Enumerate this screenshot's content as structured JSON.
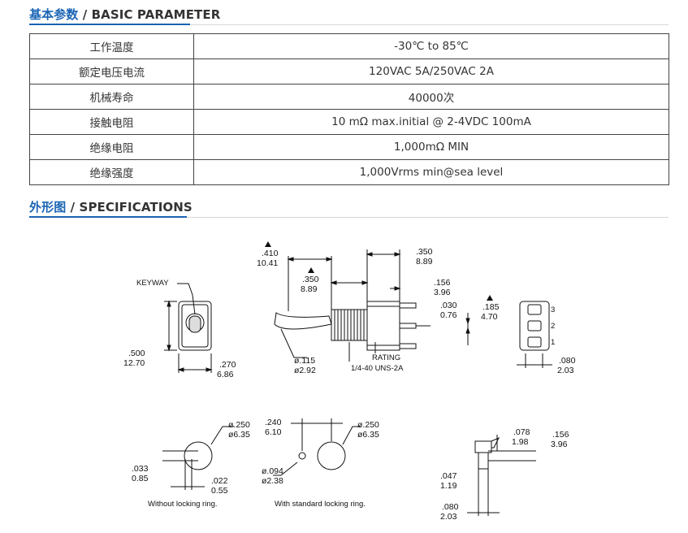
{
  "basic": {
    "title_cn": "基本参数",
    "sep": " / ",
    "title_en": "BASIC PARAMETER",
    "rows": [
      {
        "label": "工作温度",
        "value": "-30℃ to 85℃"
      },
      {
        "label": "额定电压电流",
        "value": "120VAC 5A/250VAC 2A"
      },
      {
        "label": "机械寿命",
        "value": "40000次"
      },
      {
        "label": "接触电阻",
        "value": "10 mΩ max.initial @ 2-4VDC 100mA"
      },
      {
        "label": "绝缘电阻",
        "value": "1,000mΩ MIN"
      },
      {
        "label": "绝缘强度",
        "value": "1,000Vrms min@sea level"
      }
    ]
  },
  "specs": {
    "title_cn": "外形图",
    "sep": " / ",
    "title_en": "SPECIFICATIONS"
  },
  "drawing": {
    "keyway": "KEYWAY",
    "d500_in": ".500",
    "d500_mm": "12.70",
    "d270_in": ".270",
    "d270_mm": "6.86",
    "d410_in": ".410",
    "d410_mm": "10.41",
    "d350a_in": ".350",
    "d350a_mm": "8.89",
    "d350b_in": ".350",
    "d350b_mm": "8.89",
    "d156a_in": ".156",
    "d156a_mm": "3.96",
    "d030_in": ".030",
    "d030_mm": "0.76",
    "d185_in": ".185",
    "d185_mm": "4.70",
    "d115_in": "ø.115",
    "d115_mm": "ø2.92",
    "rating": "RATING",
    "thread": "1/4-40 UNS-2A",
    "pin3": "3",
    "pin2": "2",
    "pin1": "1",
    "d080a_in": ".080",
    "d080a_mm": "2.03",
    "d250a_in": "ø.250",
    "d250a_mm": "ø6.35",
    "d033_in": ".033",
    "d033_mm": "0.85",
    "d022_in": ".022",
    "d022_mm": "0.55",
    "cap_without": "Without locking ring.",
    "d240_in": ".240",
    "d240_mm": "6.10",
    "d250b_in": "ø.250",
    "d250b_mm": "ø6.35",
    "d094_in": "ø.094",
    "d094_mm": "ø2.38",
    "cap_with": "With standard locking ring.",
    "d078_in": ".078",
    "d078_mm": "1.98",
    "d156b_in": ".156",
    "d156b_mm": "3.96",
    "d047_in": ".047",
    "d047_mm": "1.19",
    "d080b_in": ".080",
    "d080b_mm": "2.03"
  }
}
